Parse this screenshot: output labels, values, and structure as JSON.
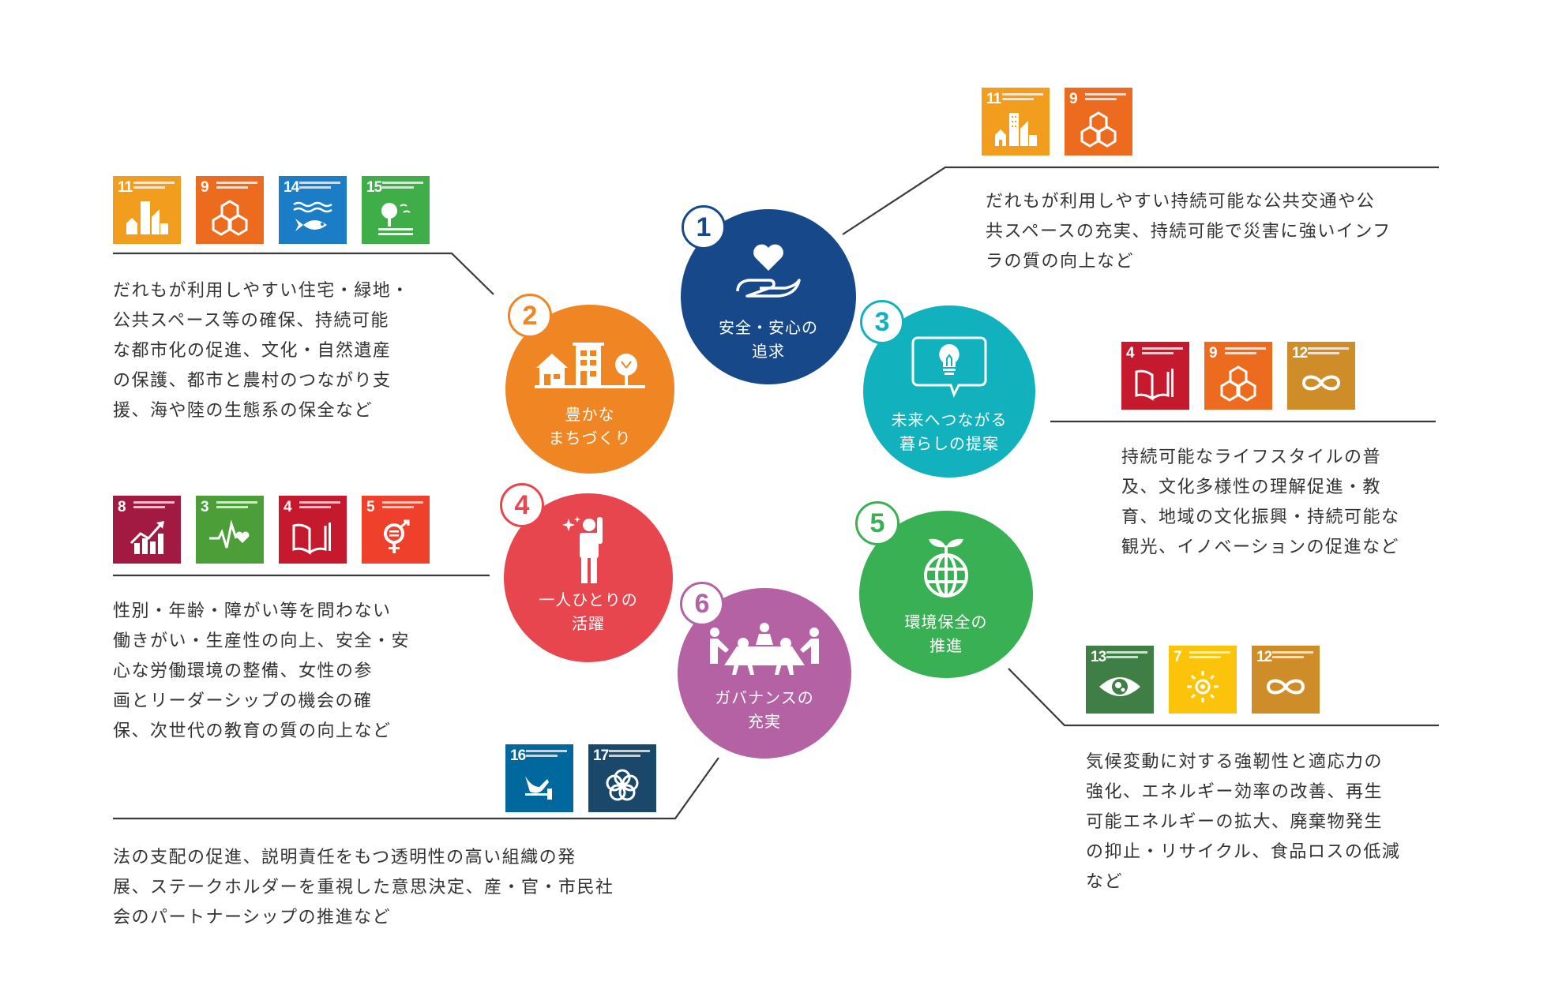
{
  "colors": {
    "line": "#3a3a3a",
    "text": "#333333",
    "c1": "#17498a",
    "c2": "#ef8523",
    "c3": "#11b2bd",
    "c4": "#e8464f",
    "c5": "#39b054",
    "c6": "#b462a3"
  },
  "themes": [
    {
      "number": "1",
      "label_line1": "安全・安心の",
      "label_line2": "追求",
      "icon": "heart-hand-icon",
      "goals": [
        {
          "num": "11",
          "color": "#f39d1f",
          "icon": "city-icon"
        },
        {
          "num": "9",
          "color": "#ed6b1f",
          "icon": "cubes-icon"
        }
      ],
      "description": [
        "だれもが利用しやすい持続可能な公共交通や公",
        "共スペースの充実、持続可能で災害に強いインフ",
        "ラの質の向上など"
      ]
    },
    {
      "number": "2",
      "label_line1": "豊かな",
      "label_line2": "まちづくり",
      "icon": "town-icon",
      "goals": [
        {
          "num": "11",
          "color": "#f39d1f",
          "icon": "city-icon"
        },
        {
          "num": "9",
          "color": "#ed6b1f",
          "icon": "cubes-icon"
        },
        {
          "num": "14",
          "color": "#1a7dc6",
          "icon": "fish-icon"
        },
        {
          "num": "15",
          "color": "#3fae49",
          "icon": "tree-icon"
        }
      ],
      "description": [
        "だれもが利用しやすい住宅・緑地・",
        "公共スペース等の確保、持続可能",
        "な都市化の促進、文化・自然遺産",
        "の保護、都市と農村のつながり支",
        "援、海や陸の生態系の保全など"
      ]
    },
    {
      "number": "3",
      "label_line1": "未来へつながる",
      "label_line2": "暮らしの提案",
      "icon": "lightbulb-bubble-icon",
      "goals": [
        {
          "num": "4",
          "color": "#c5192d",
          "icon": "book-icon"
        },
        {
          "num": "9",
          "color": "#ed6b1f",
          "icon": "cubes-icon"
        },
        {
          "num": "12",
          "color": "#cf8d2a",
          "icon": "infinity-icon"
        }
      ],
      "description": [
        "持続可能なライフスタイルの普",
        "及、文化多様性の理解促進・教",
        "育、地域の文化振興・持続可能な",
        "観光、イノベーションの促進など"
      ]
    },
    {
      "number": "4",
      "label_line1": "一人ひとりの",
      "label_line2": "活躍",
      "icon": "person-raising-hand-icon",
      "goals": [
        {
          "num": "8",
          "color": "#a21942",
          "icon": "growth-chart-icon"
        },
        {
          "num": "3",
          "color": "#4c9f38",
          "icon": "heartbeat-icon"
        },
        {
          "num": "4",
          "color": "#c5192d",
          "icon": "book-icon"
        },
        {
          "num": "5",
          "color": "#ef402b",
          "icon": "gender-equality-icon"
        }
      ],
      "description": [
        "性別・年齢・障がい等を問わない",
        "働きがい・生産性の向上、安全・安",
        "心な労働環境の整備、女性の参",
        "画とリーダーシップの機会の確",
        "保、次世代の教育の質の向上など"
      ]
    },
    {
      "number": "5",
      "label_line1": "環境保全の",
      "label_line2": "推進",
      "icon": "globe-sprout-icon",
      "goals": [
        {
          "num": "13",
          "color": "#3f7e44",
          "icon": "eye-earth-icon"
        },
        {
          "num": "7",
          "color": "#fcc30b",
          "icon": "sun-icon"
        },
        {
          "num": "12",
          "color": "#cf8d2a",
          "icon": "infinity-icon"
        }
      ],
      "description": [
        "気候変動に対する強靭性と適応力の",
        "強化、エネルギー効率の改善、再生",
        "可能エネルギーの拡大、廃棄物発生",
        "の抑止・リサイクル、食品ロスの低減",
        "など"
      ]
    },
    {
      "number": "6",
      "label_line1": "ガバナンスの",
      "label_line2": "充実",
      "icon": "meeting-table-icon",
      "goals": [
        {
          "num": "16",
          "color": "#00689d",
          "icon": "dove-icon"
        },
        {
          "num": "17",
          "color": "#19486a",
          "icon": "flower-rings-icon"
        }
      ],
      "description": [
        "法の支配の促進、説明責任をもつ透明性の高い組織の発",
        "展、ステークホルダーを重視した意思決定、産・官・市民社",
        "会のパートナーシップの推進など"
      ]
    }
  ]
}
